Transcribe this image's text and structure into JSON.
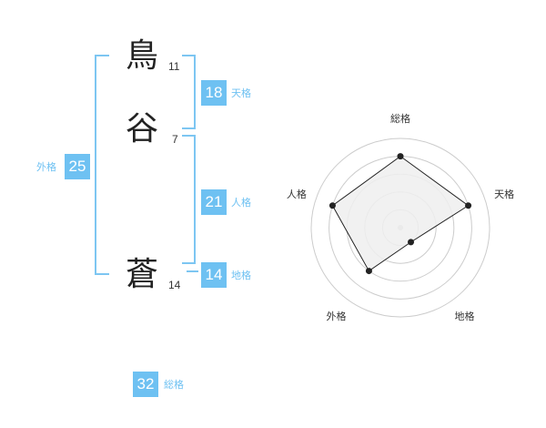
{
  "name": {
    "chars": [
      {
        "char": "鳥",
        "strokes": "11"
      },
      {
        "char": "谷",
        "strokes": "7"
      },
      {
        "char": "蒼",
        "strokes": "14"
      }
    ]
  },
  "kakusu": {
    "tenkaku": {
      "value": "18",
      "label": "天格"
    },
    "jinkaku": {
      "value": "21",
      "label": "人格"
    },
    "chikaku": {
      "value": "14",
      "label": "地格"
    },
    "gaikaku": {
      "value": "25",
      "label": "外格"
    },
    "soukaku": {
      "value": "32",
      "label": "総格"
    }
  },
  "chart_data": {
    "type": "radar",
    "axes": [
      "総格",
      "天格",
      "地格",
      "外格",
      "人格"
    ],
    "series": [
      {
        "values": [
          4,
          4,
          1,
          3,
          4
        ]
      }
    ],
    "rmax": 5,
    "rings": 5,
    "colors": {
      "fill": "#efefef",
      "line": "#222222",
      "grid": "#cccccc",
      "point": "#222222"
    }
  }
}
